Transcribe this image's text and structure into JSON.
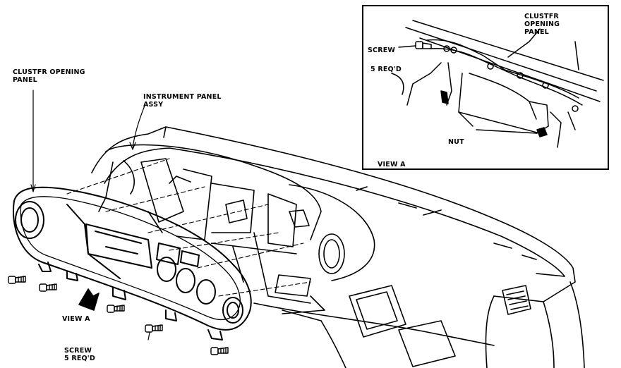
{
  "labels": {
    "cluster_opening_panel_main": [
      "CLUSTFR OPENING",
      "PANEL"
    ],
    "instrument_panel_assy": [
      "INSTRUMENT PANEL",
      "ASSY"
    ],
    "view_a_pointer": "VIEW A",
    "screw_main": [
      "SCREW",
      "5 REQ'D"
    ],
    "inset_cluster_opening_panel": [
      "CLUSTFR",
      "OPENING",
      "PANEL"
    ],
    "inset_screw": "SCREW",
    "inset_screw_qty": "5 REQ'D",
    "inset_nut": "NUT",
    "inset_view_a": "VIEW A"
  },
  "colors": {
    "ink": "#000000",
    "paper": "#ffffff"
  },
  "icons": [
    "screw-icon",
    "view-arrow-icon",
    "nut-icon"
  ]
}
